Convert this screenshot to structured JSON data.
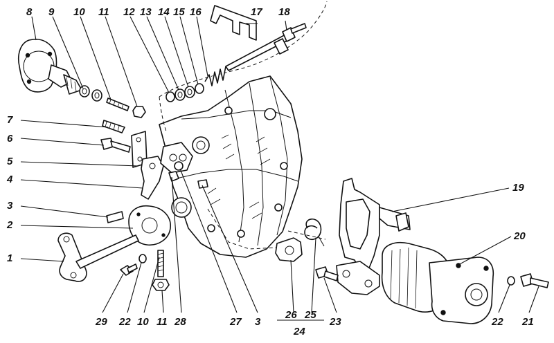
{
  "figure": {
    "callouts": [
      {
        "id": "c8",
        "text": "8"
      },
      {
        "id": "c9",
        "text": "9"
      },
      {
        "id": "c10a",
        "text": "10"
      },
      {
        "id": "c11a",
        "text": "11"
      },
      {
        "id": "c12",
        "text": "12"
      },
      {
        "id": "c13",
        "text": "13"
      },
      {
        "id": "c14",
        "text": "14"
      },
      {
        "id": "c15",
        "text": "15"
      },
      {
        "id": "c16",
        "text": "16"
      },
      {
        "id": "c17",
        "text": "17"
      },
      {
        "id": "c18",
        "text": "18"
      },
      {
        "id": "c7",
        "text": "7"
      },
      {
        "id": "c6",
        "text": "6"
      },
      {
        "id": "c5",
        "text": "5"
      },
      {
        "id": "c4",
        "text": "4"
      },
      {
        "id": "c3a",
        "text": "3"
      },
      {
        "id": "c2",
        "text": "2"
      },
      {
        "id": "c1",
        "text": "1"
      },
      {
        "id": "c19",
        "text": "19"
      },
      {
        "id": "c20",
        "text": "20"
      },
      {
        "id": "c29",
        "text": "29"
      },
      {
        "id": "c22a",
        "text": "22"
      },
      {
        "id": "c10b",
        "text": "10"
      },
      {
        "id": "c11b",
        "text": "11"
      },
      {
        "id": "c28",
        "text": "28"
      },
      {
        "id": "c27",
        "text": "27"
      },
      {
        "id": "c3b",
        "text": "3"
      },
      {
        "id": "c26",
        "text": "26"
      },
      {
        "id": "c25",
        "text": "25"
      },
      {
        "id": "c24",
        "text": "24"
      },
      {
        "id": "c23",
        "text": "23"
      },
      {
        "id": "c22b",
        "text": "22"
      },
      {
        "id": "c21",
        "text": "21"
      }
    ]
  }
}
